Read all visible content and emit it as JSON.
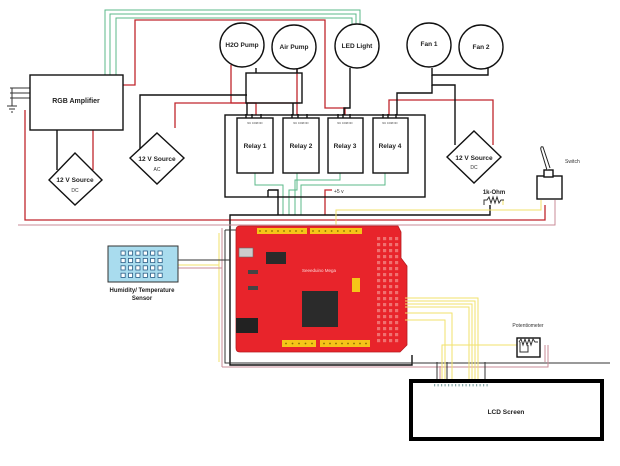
{
  "title": "Greenhouse control wiring diagram",
  "components": {
    "rgb_amplifier": "RGB Amplifier",
    "source_dc_left": {
      "label": "12 V Source",
      "type": "DC"
    },
    "source_ac": {
      "label": "12 V Source",
      "type": "AC"
    },
    "source_dc_right": {
      "label": "12 V Source",
      "type": "DC"
    },
    "h2o_pump": "H2O Pump",
    "air_pump": "Air Pump",
    "led_light": "LED Light",
    "fan_1": "Fan 1",
    "fan_2": "Fan 2",
    "relays": [
      {
        "label": "Relay 1",
        "pins": "NC COM NO"
      },
      {
        "label": "Relay 2",
        "pins": "NC COM NO"
      },
      {
        "label": "Relay 3",
        "pins": "NC COM NO"
      },
      {
        "label": "Relay 4",
        "pins": "NC COM NO"
      }
    ],
    "plus5v": "+5 v",
    "resistor": "1k-Ohm",
    "switch": "Switch",
    "sensor": "Humidity/ Temperature\nSensor",
    "sensor_line1": "Humidity/ Temperature",
    "sensor_line2": "Sensor",
    "board": "Seeeduino Mega",
    "potentiometer": "Potentiometer",
    "lcd": "LCD Screen"
  },
  "colors": {
    "power_wire": "#c0262d",
    "signal_wire": "#5bb88a",
    "data_wire": "#f2e26b",
    "board": "#e8242b",
    "header": "#f5c518",
    "sensor": "#a9dcee"
  }
}
